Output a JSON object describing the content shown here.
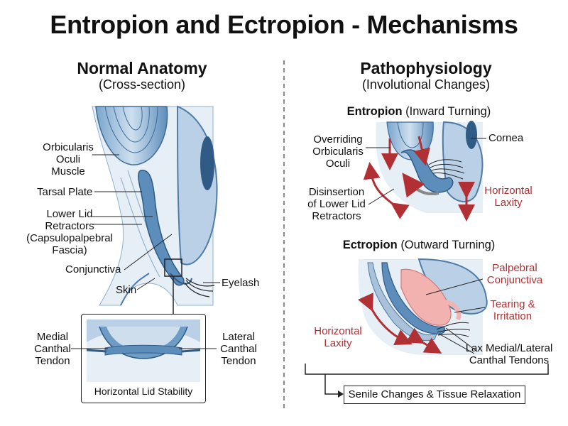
{
  "title": "Entropion and Ectropion - Mechanisms",
  "left_panel": {
    "heading": "Normal Anatomy",
    "subheading": "(Cross-section)",
    "labels": {
      "orbicularis": "Orbicularis\nOculi\nMuscle",
      "tarsal_plate": "Tarsal Plate",
      "retractors": "Lower Lid\nRetractors\n(Capsulopalpebral\nFascia)",
      "conjunctiva": "Conjunctiva",
      "skin": "Skin",
      "eyelash": "Eyelash"
    },
    "inset": {
      "medial": "Medial\nCanthal\nTendon",
      "lateral": "Lateral\nCanthal\nTendon",
      "caption": "Horizontal Lid Stability"
    }
  },
  "right_panel": {
    "heading": "Pathophysiology",
    "subheading": "(Involutional Changes)",
    "entropion": {
      "title_bold": "Entropion",
      "title_rest": "(Inward Turning)",
      "overriding": "Overriding\nOrbicularis\nOculi",
      "cornea": "Cornea",
      "disinsertion": "Disinsertion\nof Lower Lid\nRetractors",
      "laxity": "Horizontal\nLaxity"
    },
    "ectropion": {
      "title_bold": "Ectropion",
      "title_rest": "(Outward Turning)",
      "palpebral": "Palpebral\nConjunctiva",
      "tearing": "Tearing &\nIrritation",
      "laxity": "Horizontal\nLaxity",
      "lax_tendons": "Lax Medial/Lateral\nCanthal Tendons"
    },
    "footer": "Senile Changes & Tissue Relaxation"
  },
  "colors": {
    "blue_dark": "#2f5b86",
    "blue_mid": "#6f9cc5",
    "blue_light": "#cfdeec",
    "arrow_red": "#b03033",
    "pink": "#f2b3b0"
  }
}
